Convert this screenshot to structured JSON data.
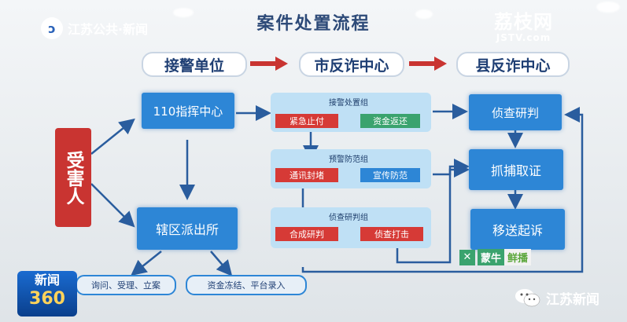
{
  "watermark_left": "江苏公共·新闻",
  "watermark_right": {
    "name": "荔枝网",
    "domain": "JSTV.com"
  },
  "board_title": "案件处置流程",
  "stages": [
    "接警单位",
    "市反诈中心",
    "县反诈中心"
  ],
  "victim": "受害人",
  "command_center": "110指挥中心",
  "police_station": "辖区派出所",
  "station_tasks": [
    "询问、受理、立案",
    "资金冻结、平台录入"
  ],
  "groups": [
    {
      "title": "接警处置组",
      "items": [
        "紧急止付",
        "资金返还"
      ]
    },
    {
      "title": "预警防范组",
      "items": [
        "通讯封堵",
        "宣传防范"
      ]
    },
    {
      "title": "侦查研判组",
      "items": [
        "合成研判",
        "侦查打击"
      ]
    }
  ],
  "county_steps": [
    "侦查研判",
    "抓捕取证",
    "移送起诉"
  ],
  "sponsor": {
    "brand": "蒙牛",
    "tag": "鲜播"
  },
  "bottom_logo": {
    "line1": "新闻",
    "line2": "360"
  },
  "wechat_label": "江苏新闻",
  "colors": {
    "blue": "#2d86d6",
    "red": "#d63a36",
    "green": "#3aa36e",
    "arrow_red": "#c93431"
  }
}
